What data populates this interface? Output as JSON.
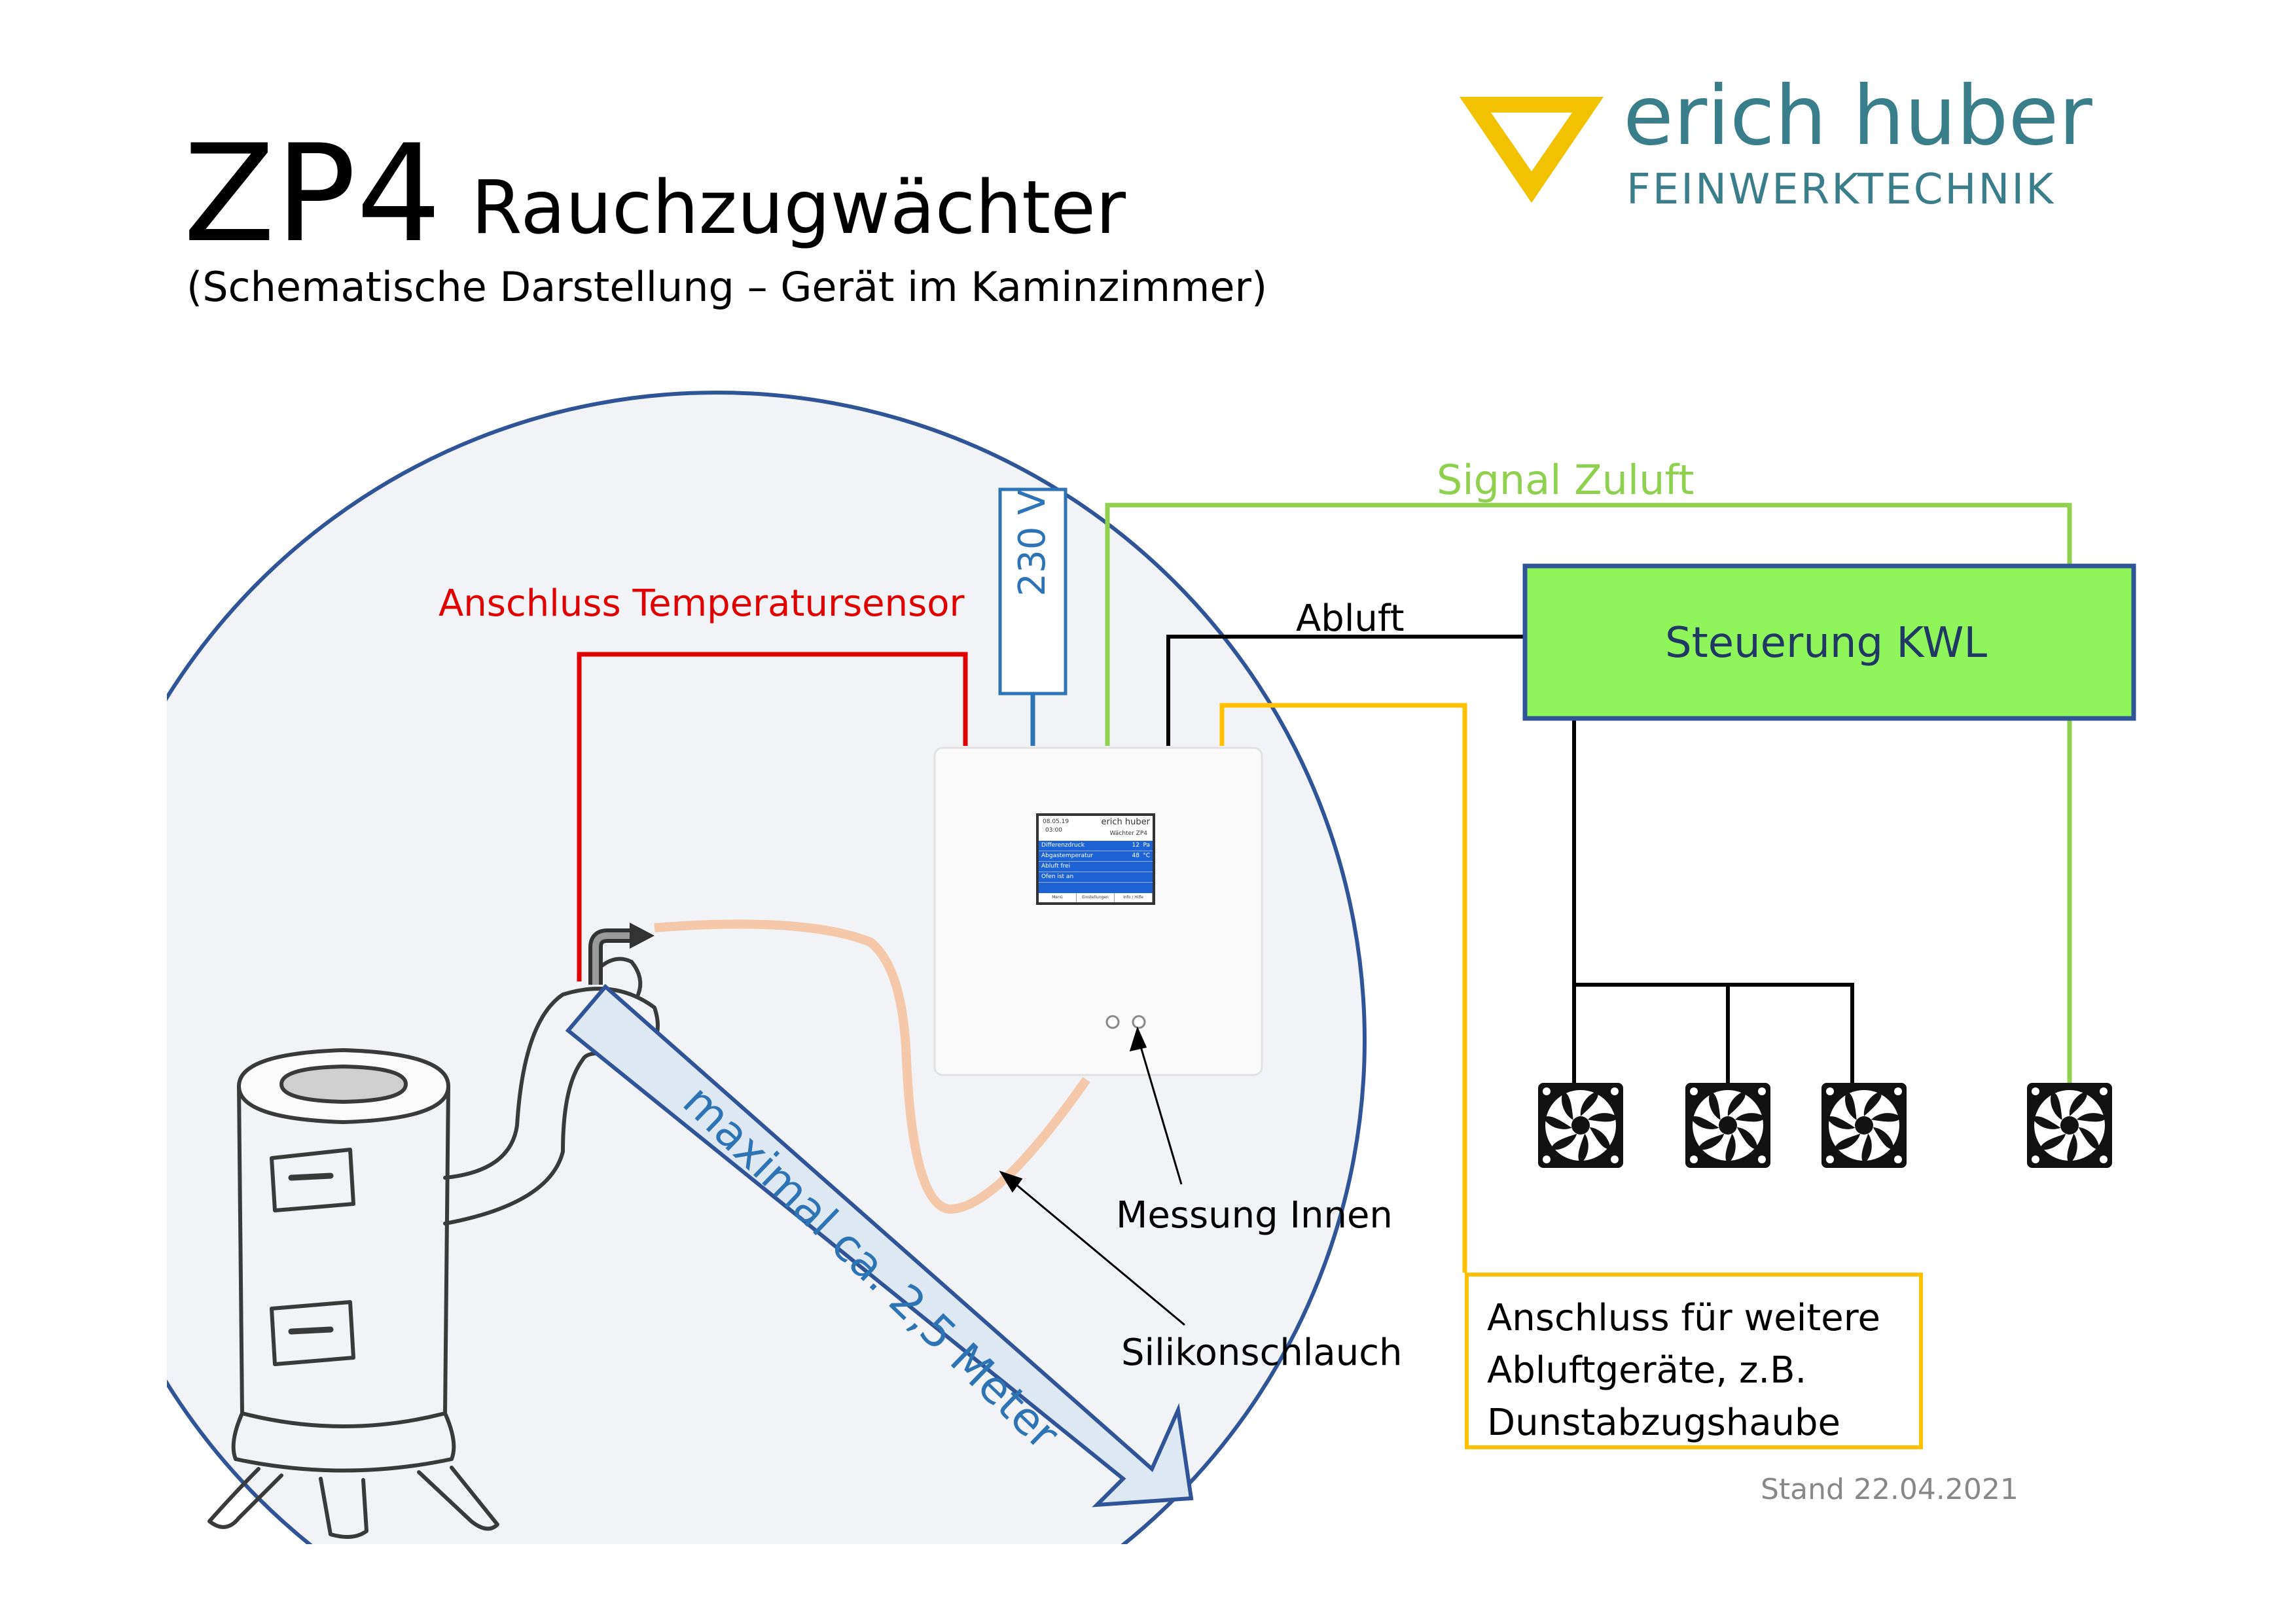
{
  "title": {
    "main": "ZP4",
    "sub": "Rauchzugwächter"
  },
  "subtitle": "(Schematische Darstellung – Gerät im Kaminzimmer)",
  "logo": {
    "name": "erich huber",
    "sub": "FEINWERKTECHNIK",
    "icon": "triangle-logo-icon"
  },
  "labels": {
    "temperature": "Anschluss Temperatursensor",
    "voltage": "230 V",
    "signal": "Signal Zuluft",
    "abluft": "Abluft",
    "control": "Steuerung  KWL",
    "measurement": "Messung Innen",
    "hose": "Silikonschlauch",
    "distance": "maximal ca. 2,5 Meter",
    "info_lines": [
      "Anschluss für weitere",
      "Abluftgeräte, z.B.",
      "Dunstabzugshaube"
    ],
    "stand": "Stand 22.04.2021"
  },
  "device_screen": {
    "date": "08.05.19",
    "time": "03:00",
    "brand": "erich huber",
    "model": "Wächter ZP4",
    "rows": [
      {
        "label": "Differenzdruck",
        "value": "12",
        "unit": "Pa"
      },
      {
        "label": "Abgastemperatur",
        "value": "48",
        "unit": "°C"
      },
      {
        "label": "Abluft frei",
        "value": "",
        "unit": ""
      },
      {
        "label": "Ofen ist an",
        "value": "",
        "unit": ""
      }
    ],
    "buttons": [
      "Menü",
      "Einstellungen",
      "Info / Hilfe"
    ]
  },
  "colors": {
    "signal_line": "#8fd14f",
    "temperature_line": "#e00000",
    "abluft_line": "#000000",
    "extra_line": "#ffc000",
    "voltage_line": "#2e74b5",
    "control_box": "#8ff55a",
    "control_border": "#2f5597",
    "circle": "#2f5597",
    "arrow_fill": "#dde8f3",
    "hose": "#f4c8a8",
    "brand": "#3a7e8c",
    "logo_triangle": "#f2c200"
  },
  "icons": [
    "fan-icon",
    "fan-icon",
    "fan-icon",
    "fan-icon",
    "stove-icon",
    "arrow-icon"
  ]
}
